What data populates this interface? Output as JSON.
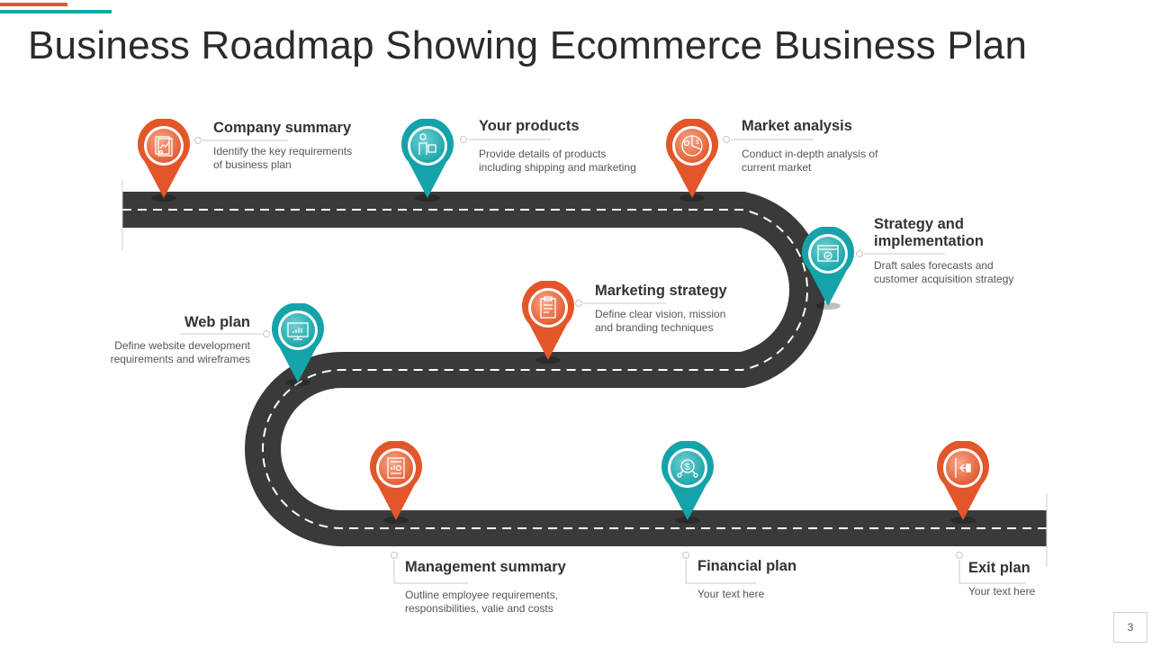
{
  "slide": {
    "title": "Business Roadmap Showing Ecommerce Business Plan",
    "page_number": "3"
  },
  "colors": {
    "orange": "#e2562a",
    "teal": "#14a3a8",
    "road": "#3a3a3a",
    "lane": "#ffffff"
  },
  "stops": [
    {
      "key": "company_summary",
      "title": "Company summary",
      "desc": [
        "Identify the key requirements",
        "of business plan"
      ],
      "color": "orange",
      "icon": "report-chart-icon"
    },
    {
      "key": "your_products",
      "title": "Your products",
      "desc": [
        "Provide details of products",
        "including shipping and marketing"
      ],
      "color": "teal",
      "icon": "product-delivery-icon"
    },
    {
      "key": "market_analysis",
      "title": "Market analysis",
      "desc": [
        "Conduct in-depth analysis of",
        "current market"
      ],
      "color": "orange",
      "icon": "market-pie-icon"
    },
    {
      "key": "strategy",
      "title_lines": [
        "Strategy and",
        "implementation"
      ],
      "desc": [
        "Draft sales forecasts and",
        "customer acquisition strategy"
      ],
      "color": "teal",
      "icon": "browser-check-icon"
    },
    {
      "key": "marketing_strategy",
      "title": "Marketing strategy",
      "desc": [
        "Define clear vision, mission",
        "and branding techniques"
      ],
      "color": "orange",
      "icon": "clipboard-strategy-icon"
    },
    {
      "key": "web_plan",
      "title": "Web plan",
      "desc": [
        "Define website development",
        "requirements and wireframes"
      ],
      "color": "teal",
      "icon": "monitor-chart-icon"
    },
    {
      "key": "management_summary",
      "title": "Management summary",
      "desc": [
        "Outline employee requirements,",
        "responsibilities, valie and costs"
      ],
      "color": "orange",
      "icon": "document-chart-icon"
    },
    {
      "key": "financial_plan",
      "title": "Financial plan",
      "desc": [
        "Your text here"
      ],
      "color": "teal",
      "icon": "dollar-network-icon"
    },
    {
      "key": "exit_plan",
      "title": "Exit plan",
      "desc": [
        "Your text here"
      ],
      "color": "orange",
      "icon": "exit-door-icon"
    }
  ]
}
